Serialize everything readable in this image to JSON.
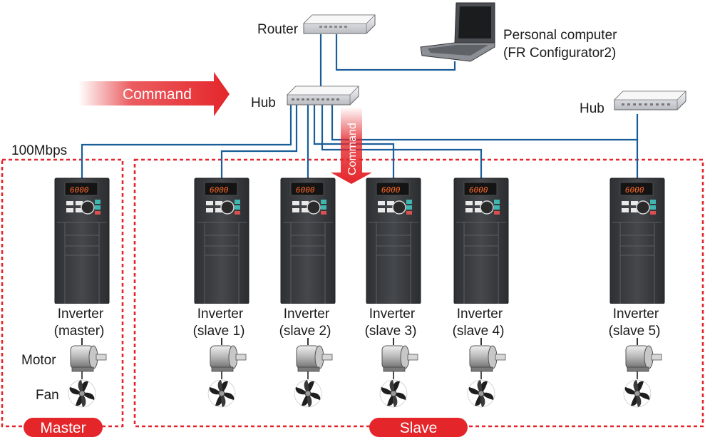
{
  "devices": {
    "router_label": "Router",
    "hub_label": "Hub",
    "hub2_label": "Hub",
    "pc_label_line1": "Personal computer",
    "pc_label_line2": "(FR Configurator2)",
    "speed_label": "100Mbps"
  },
  "command": {
    "horizontal_label": "Command",
    "vertical_label": "Command"
  },
  "groups": {
    "master_label": "Master",
    "slave_label": "Slave"
  },
  "inverter_display": "6000",
  "inverters": [
    {
      "line1": "Inverter",
      "line2": "(master)"
    },
    {
      "line1": "Inverter",
      "line2": "(slave 1)"
    },
    {
      "line1": "Inverter",
      "line2": "(slave 2)"
    },
    {
      "line1": "Inverter",
      "line2": "(slave 3)"
    },
    {
      "line1": "Inverter",
      "line2": "(slave 4)"
    },
    {
      "line1": "Inverter",
      "line2": "(slave 5)"
    }
  ],
  "master_side": {
    "motor_label": "Motor",
    "fan_label": "Fan"
  },
  "colors": {
    "accent_red": "#e4262b",
    "network_blue": "#1a5e99",
    "inverter_body": "#3b3d40"
  }
}
